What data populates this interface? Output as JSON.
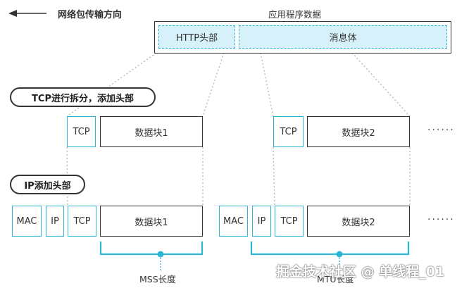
{
  "direction_label": "网络包传输方向",
  "app_data": {
    "title": "应用程序数据",
    "http_header": "HTTP头部",
    "message_body": "消息体"
  },
  "tcp_step": {
    "label": "TCP进行拆分，添加头部"
  },
  "ip_step": {
    "label": "IP添加头部"
  },
  "segments": [
    {
      "tcp": "TCP",
      "data": "数据块1"
    },
    {
      "tcp": "TCP",
      "data": "数据块2"
    }
  ],
  "packets": [
    {
      "mac": "MAC",
      "ip": "IP",
      "tcp": "TCP",
      "data": "数据块1"
    },
    {
      "mac": "MAC",
      "ip": "IP",
      "tcp": "TCP",
      "data": "数据块2"
    }
  ],
  "ellipsis": "······",
  "mss_label": "MSS长度",
  "mtu_label": "MTU长度",
  "watermark": "掘金技术社区 @ 单线程_01",
  "colors": {
    "accent": "#2bb6d6",
    "shade": "#d7f1fa",
    "text": "#333333"
  }
}
